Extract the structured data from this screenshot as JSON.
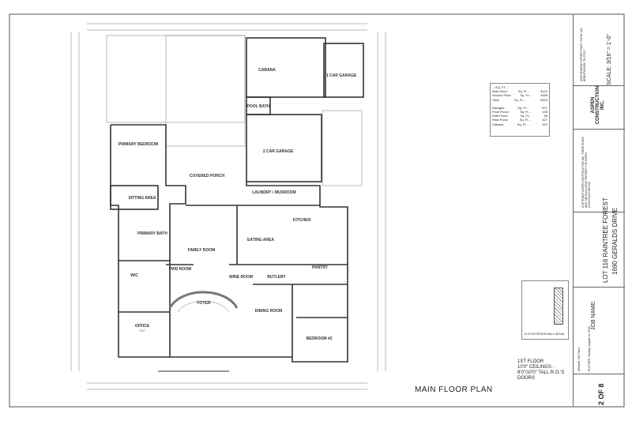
{
  "plan_title": "MAIN FLOOR PLAN",
  "notes": [
    "1ST FLOOR",
    "10'0\" CEILINGS -",
    "8'0\"/10'0\" TALL R.O.'S",
    "DOORS"
  ],
  "sq_ft": {
    "heading": "-- SQ. FT. --",
    "rows": [
      {
        "label": "Main Floor",
        "unit": "Sq. Ft. -",
        "value": "3124"
      },
      {
        "label": "Second Floor",
        "unit": "Sq. Ft. -",
        "value": "3499"
      },
      {
        "label": "Total",
        "unit": "Sq. Ft. -",
        "value": "6623"
      },
      {
        "label": "Garages",
        "unit": "Sq. Ft. -",
        "value": "871"
      },
      {
        "label": "Front Porch",
        "unit": "Sq. Ft. -",
        "value": "135"
      },
      {
        "label": "Side Porch",
        "unit": "Sq. Ft. -",
        "value": "36"
      },
      {
        "label": "Rear Porch",
        "unit": "Sq. Ft. -",
        "value": "427"
      },
      {
        "label": "Cabana",
        "unit": "Sq. Ft. -",
        "value": "420"
      }
    ]
  },
  "wall_detail": {
    "caption": "R-20 EXTERIOR WALL DETAIL"
  },
  "rooms": {
    "cabana": "CABANA",
    "garage1": "1 CAR GARAGE",
    "pool_bath": "POOL BATH",
    "garage2": "2 CAR GARAGE",
    "primary_bedroom": "PRIMARY BEDROOM",
    "covered_porch": "COVERED PORCH",
    "laundry": "LAUNDRY / MUDROOM",
    "kitchen": "KITCHEN",
    "sitting": "SITTING AREA",
    "primary_bath": "PRIMARY BATH",
    "family": "FAMILY ROOM",
    "eating": "EATING AREA",
    "pantry": "PANTRY",
    "wine": "WINE ROOM",
    "butlery": "BUTLERY",
    "wic": "W/C",
    "pwd": "PWD ROOM",
    "foyer": "FOYER",
    "dining": "DINING ROOM",
    "office": "OFFICE",
    "bedroom2": "BEDROOM #2",
    "tile": "TILE"
  },
  "title_block": {
    "scale": "SCALE: 3/16\" = 1'-0\"",
    "company": "ASPEN CONSTRUCTION INC.",
    "address": "8005 CHURCH STREET EAST, SUITE 100, BRENTWOOD, TN 37027",
    "copyright": "COPYRIGHT ASPEN CONSTRUCTION INC. THESE PLANS ARE THE EXCLUSIVE PROPERTY OF ASPEN CONSTRUCTION INC.",
    "job_name_label": "JOB NAME:",
    "job_name": "LOT 116 RAINTREE FOREST",
    "job_address": "1690 GERALDS DRIVE",
    "drawn": "DRAWN: GO Plans",
    "plotted": "PLOTTED: Sunday, August 13, 2006",
    "sheet": "2 OF 8"
  }
}
